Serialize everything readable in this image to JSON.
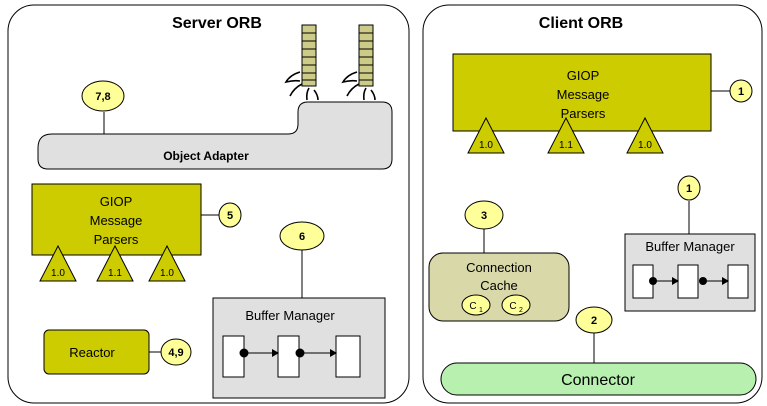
{
  "server": {
    "title": "Server ORB",
    "object_adapter": "Object Adapter",
    "giop": {
      "line1": "GIOP",
      "line2": "Message",
      "line3": "Parsers",
      "versions": [
        "1.0",
        "1.1",
        "1.0"
      ]
    },
    "buffer_manager": "Buffer Manager",
    "reactor": "Reactor",
    "badges": {
      "object_adapter": "7,8",
      "giop": "5",
      "buffer_manager": "6",
      "reactor": "4,9"
    }
  },
  "client": {
    "title": "Client ORB",
    "giop": {
      "line1": "GIOP",
      "line2": "Message",
      "line3": "Parsers",
      "versions": [
        "1.0",
        "1.1",
        "1.0"
      ]
    },
    "buffer_manager": "Buffer Manager",
    "connection_cache": {
      "line1": "Connection",
      "line2": "Cache",
      "c1": "C",
      "c1_sub": "1",
      "c2": "C",
      "c2_sub": "2"
    },
    "connector": "Connector",
    "badges": {
      "giop": "1",
      "buffer_manager": "1",
      "connection_cache": "3",
      "connector": "2"
    }
  },
  "colors": {
    "olive": "#cccc00",
    "badge_fill": "#ffff99",
    "gray_box": "#e0e0e0",
    "connection_cache": "#d8d8a8",
    "connector": "#b8f0b0",
    "queue_cell": "#cccc88"
  }
}
